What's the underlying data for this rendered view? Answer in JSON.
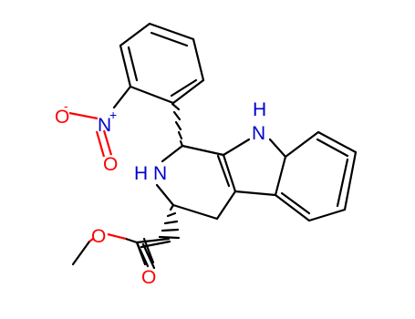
{
  "molecule": {
    "atoms": {
      "nh_indole": "N",
      "nh_indole_h": "H",
      "nh_ring": "N",
      "nh_ring_h": "H",
      "nitro_n": "N",
      "nitro_o1": "O",
      "nitro_o2": "O",
      "ester_o1": "O",
      "ester_o2": "O"
    },
    "charges": {
      "nitro_n_plus": "+",
      "nitro_o_minus": "-"
    },
    "colors": {
      "nitrogen": "#0000cc",
      "oxygen": "#ff0000",
      "carbon_bond": "#000000"
    }
  }
}
